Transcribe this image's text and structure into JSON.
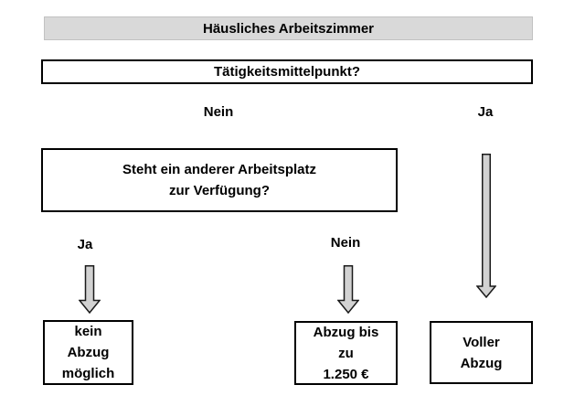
{
  "colors": {
    "banner_bg": "#d9d9d9",
    "arrow_fill": "#d2d2d2",
    "arrow_stroke": "#1a1a1a",
    "box_border": "#000000",
    "page_bg": "#ffffff"
  },
  "flowchart": {
    "title": "Häusliches Arbeitszimmer",
    "root_question": "Tätigkeitsmittelpunkt?",
    "branch_labels": {
      "top_nein": "Nein",
      "top_ja": "Ja",
      "mid_ja": "Ja",
      "mid_nein": "Nein"
    },
    "second_question": {
      "line1": "Steht ein anderer Arbeitsplatz",
      "line2": "zur Verfügung?"
    },
    "outcomes": {
      "no_deduction": {
        "line1": "kein",
        "line2": "Abzug",
        "line3": "möglich"
      },
      "limited_deduction": {
        "line1": "Abzug bis",
        "line2": "zu",
        "line3": "1.250 €"
      },
      "full_deduction": {
        "line1": "Voller",
        "line2": "Abzug"
      }
    }
  }
}
